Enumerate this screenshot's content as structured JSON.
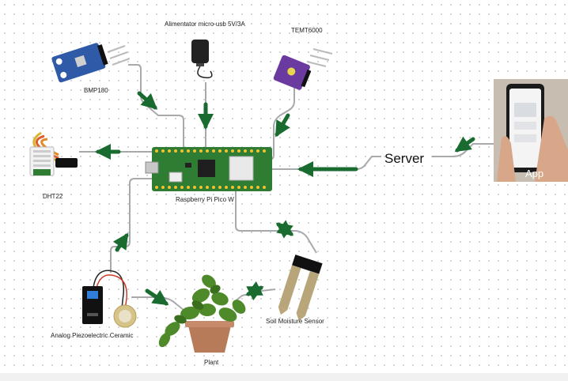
{
  "labels": {
    "power": "Alimentator micro-usb 5V/3A",
    "temt": "TEMT6000",
    "bmp": "BMP180",
    "dht": "DHT22",
    "pico": "Raspberry Pi Pico W",
    "server": "Server",
    "app": "App",
    "soil": "Soil Moisture Sensor",
    "piezo": "Analog Piezoelectric Ceramic",
    "plant": "Plant"
  },
  "colors": {
    "background": "#ffffff",
    "grid_dot": "#d4d4d4",
    "wire": "#a7a9ac",
    "arrow": "#1a6b2f",
    "board_green": "#2f7d32",
    "bmp_blue": "#2f5aa8",
    "temt_purple": "#6a3aa0",
    "dht_white": "#f2f2f2",
    "pot_brown": "#b77b5a",
    "leaf_green": "#4f8a2a"
  }
}
